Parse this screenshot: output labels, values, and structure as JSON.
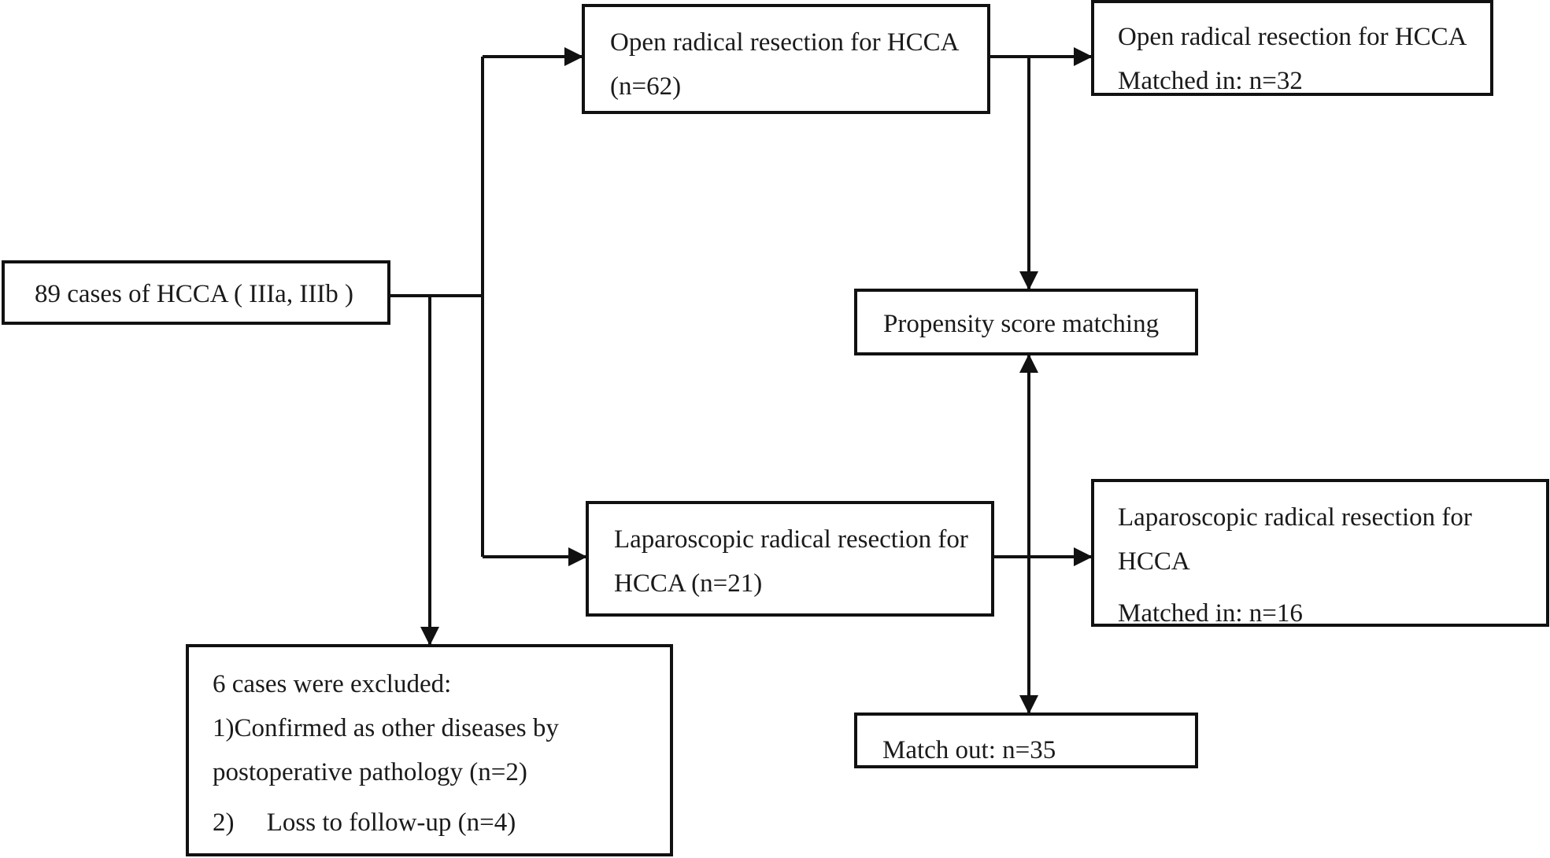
{
  "boxes": {
    "total": {
      "lines": [
        "89 cases of HCCA ( IIIa, IIIb )"
      ]
    },
    "open": {
      "lines": [
        "Open radical resection for HCCA",
        "(n=62)"
      ]
    },
    "open_matched": {
      "lines": [
        "Open radical resection for HCCA",
        "Matched in: n=32"
      ]
    },
    "psm": {
      "lines": [
        "Propensity score matching"
      ]
    },
    "lap": {
      "lines": [
        "Laparoscopic radical resection for",
        "HCCA (n=21)"
      ]
    },
    "lap_matched": {
      "lines": [
        "Laparoscopic radical resection for",
        "HCCA",
        "Matched in: n=16"
      ]
    },
    "excluded": {
      "lines": [
        "6 cases were excluded:",
        "1)Confirmed as other diseases by",
        "postoperative pathology (n=2)",
        "2)     Loss to follow-up (n=4)"
      ]
    },
    "match_out": {
      "lines": [
        "Match out: n=35"
      ]
    }
  },
  "colors": {
    "line": "#111111",
    "text": "#1a1a1a",
    "background": "#ffffff"
  }
}
